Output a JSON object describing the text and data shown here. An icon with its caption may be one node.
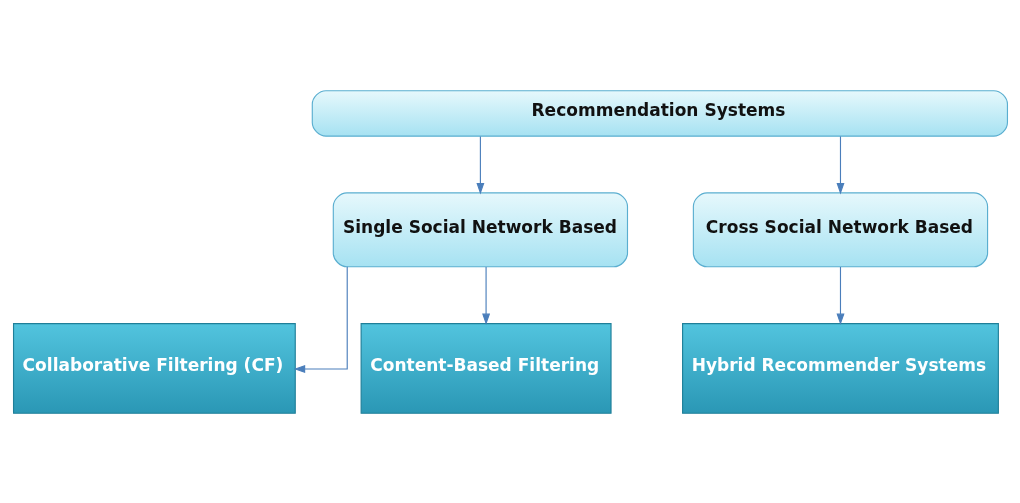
{
  "diagram": {
    "nodes": [
      {
        "text": [
          "Recommendation Systems"
        ]
      },
      {
        "text": [
          "Single Social Network Based"
        ]
      },
      {
        "text": [
          "Cross Social Network Based"
        ]
      },
      {
        "text": [
          "Collaborative Filtering (CF)"
        ]
      },
      {
        "text": [
          "Content-Based Filtering"
        ]
      },
      {
        "text": [
          "Hybrid Recommender Systems"
        ]
      }
    ],
    "edges": [
      {
        "from": 0,
        "to": 1,
        "arrow": "to"
      },
      {
        "from": 0,
        "to": 2,
        "arrow": "to"
      },
      {
        "from": 1,
        "to": 3,
        "arrow": "to"
      },
      {
        "from": 1,
        "to": 4,
        "arrow": "to"
      },
      {
        "from": 2,
        "to": 5,
        "arrow": "to"
      }
    ]
  }
}
